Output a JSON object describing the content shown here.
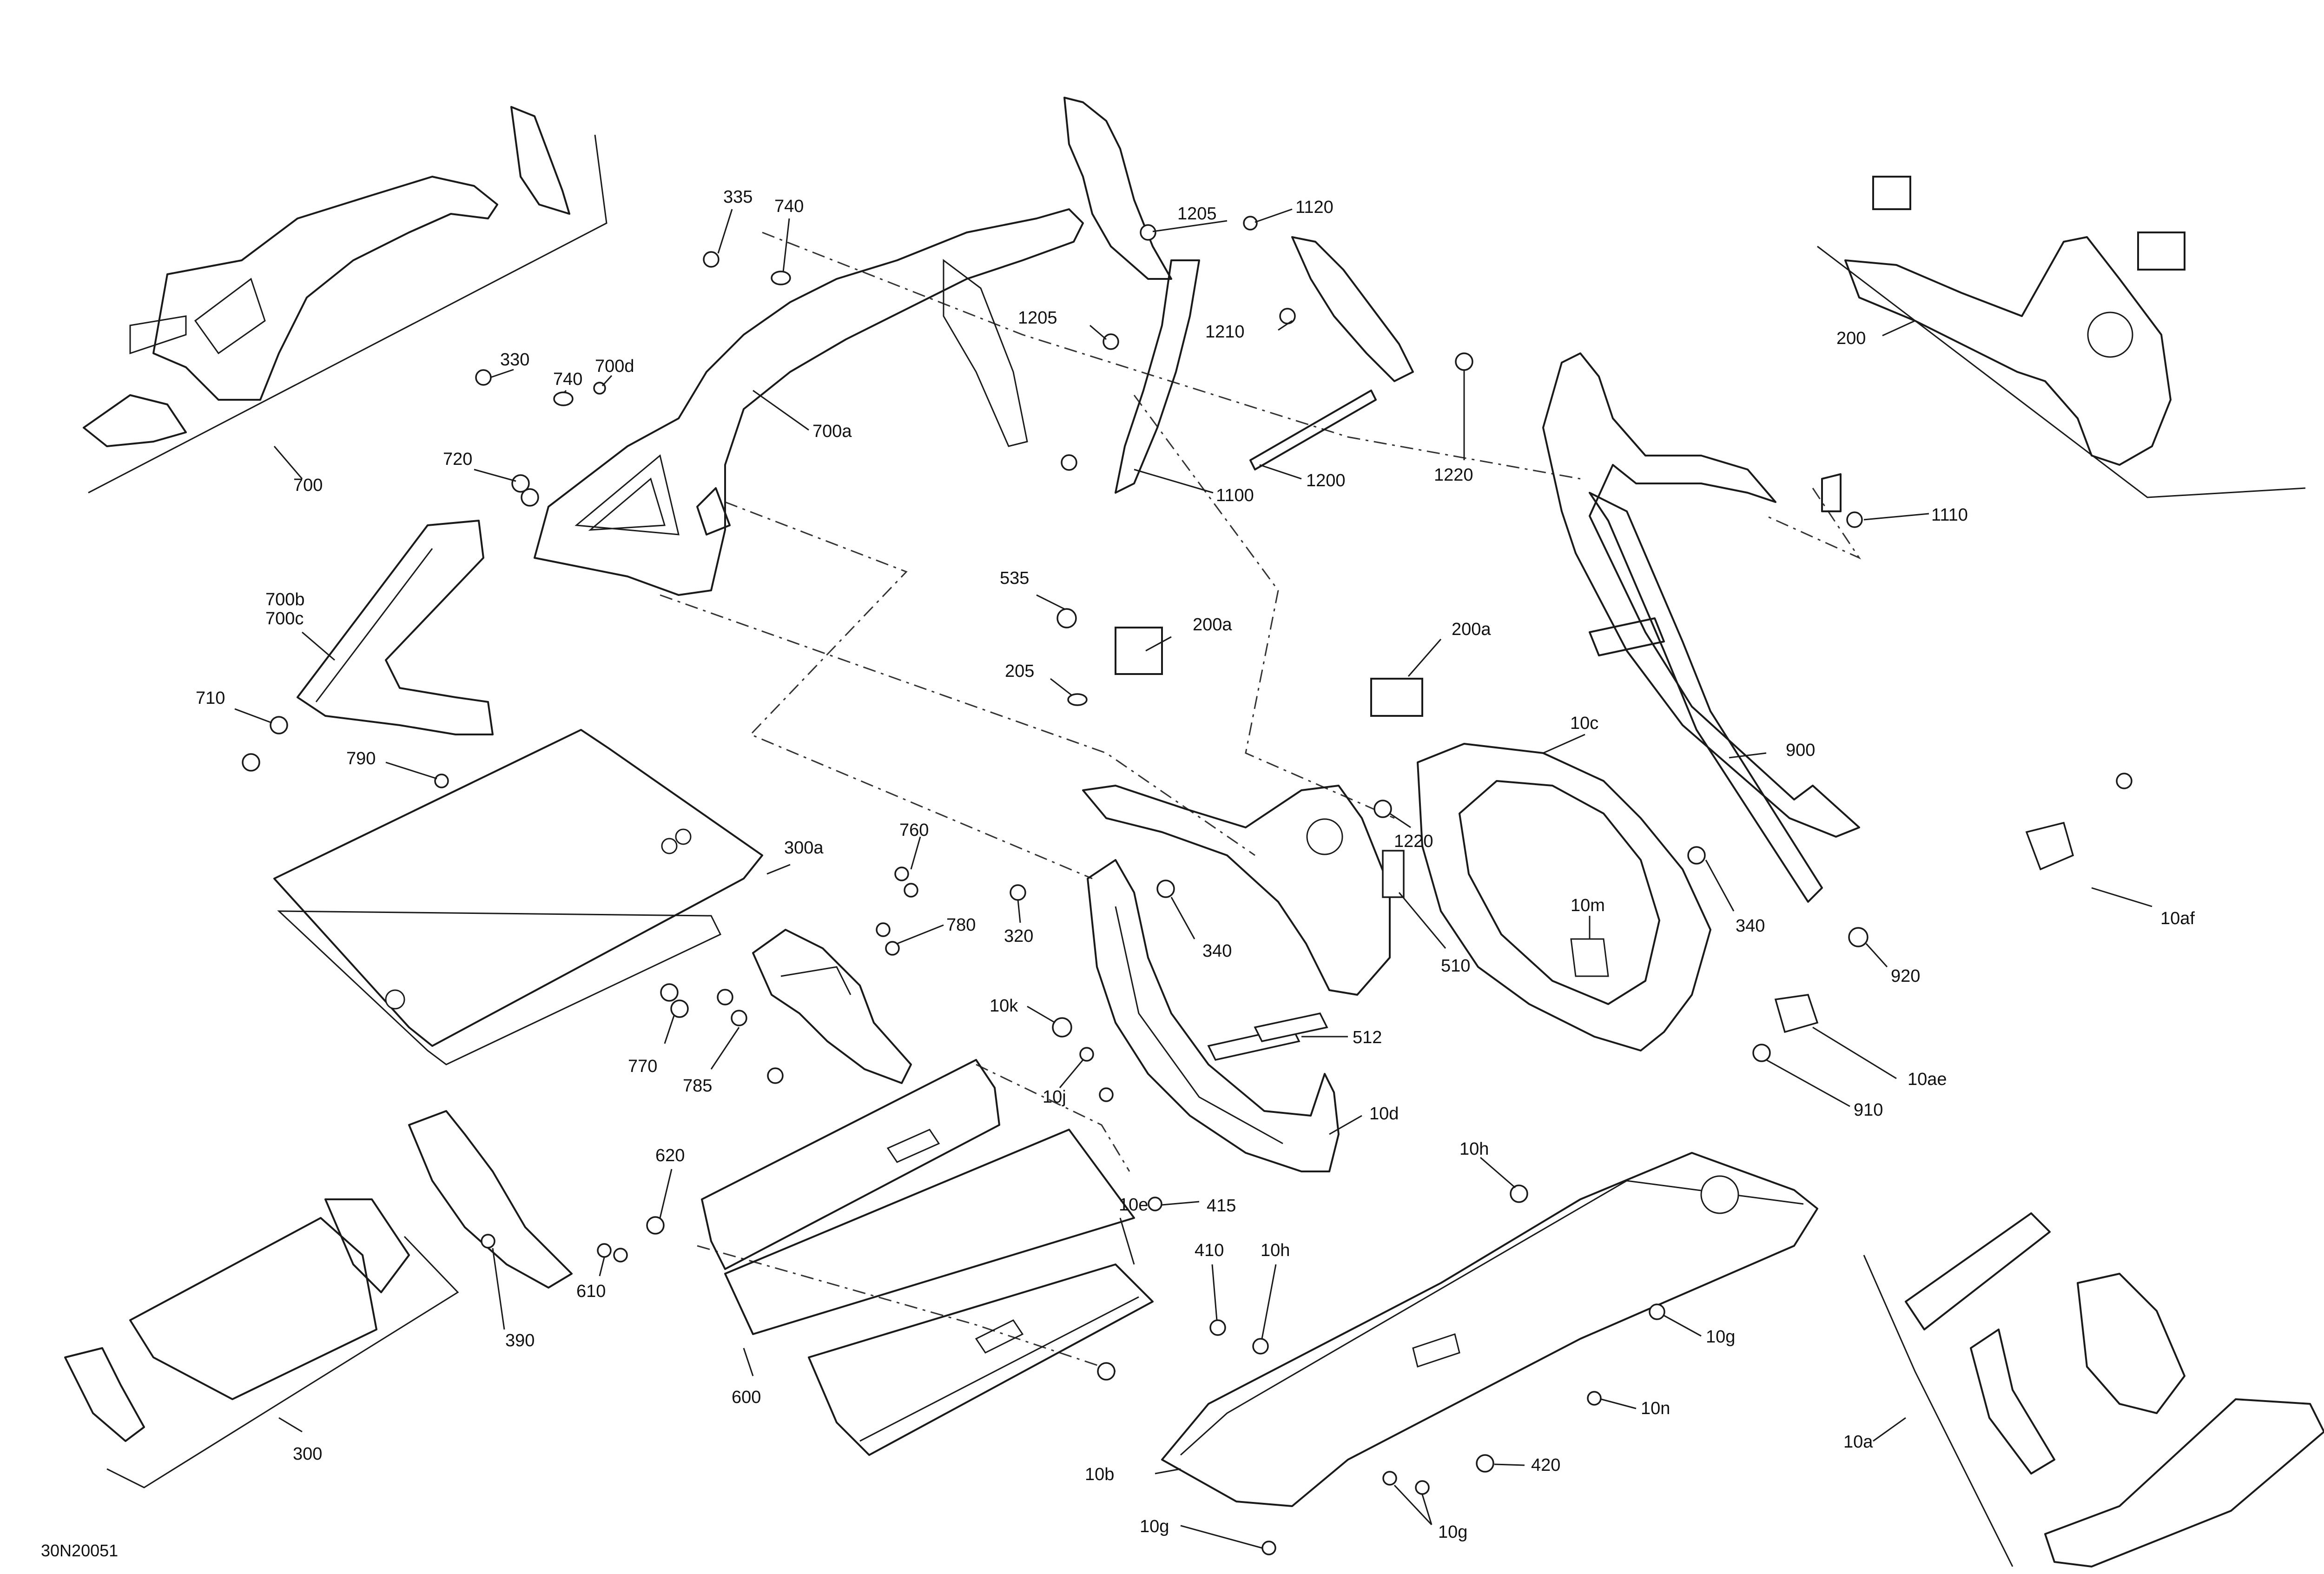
{
  "drawing": {
    "reference": "30N20051"
  },
  "callouts": [
    {
      "id": "c-335",
      "text": "335"
    },
    {
      "id": "c-740-top",
      "text": "740"
    },
    {
      "id": "c-330",
      "text": "330"
    },
    {
      "id": "c-740-mid",
      "text": "740"
    },
    {
      "id": "c-700d",
      "text": "700d"
    },
    {
      "id": "c-700a",
      "text": "700a"
    },
    {
      "id": "c-720",
      "text": "720"
    },
    {
      "id": "c-700",
      "text": "700"
    },
    {
      "id": "c-700b",
      "text": "700b"
    },
    {
      "id": "c-700c",
      "text": "700c"
    },
    {
      "id": "c-710",
      "text": "710"
    },
    {
      "id": "c-790",
      "text": "790"
    },
    {
      "id": "c-1205-a",
      "text": "1205"
    },
    {
      "id": "c-1120",
      "text": "1120"
    },
    {
      "id": "c-1205-b",
      "text": "1205"
    },
    {
      "id": "c-1210",
      "text": "1210"
    },
    {
      "id": "c-1100",
      "text": "1100"
    },
    {
      "id": "c-1200",
      "text": "1200"
    },
    {
      "id": "c-1220-top",
      "text": "1220"
    },
    {
      "id": "c-200",
      "text": "200"
    },
    {
      "id": "c-1110",
      "text": "1110"
    },
    {
      "id": "c-535",
      "text": "535"
    },
    {
      "id": "c-200a-left",
      "text": "200a"
    },
    {
      "id": "c-205",
      "text": "205"
    },
    {
      "id": "c-200a-right",
      "text": "200a"
    },
    {
      "id": "c-10c",
      "text": "10c"
    },
    {
      "id": "c-900",
      "text": "900"
    },
    {
      "id": "c-300a",
      "text": "300a"
    },
    {
      "id": "c-760",
      "text": "760"
    },
    {
      "id": "c-780",
      "text": "780"
    },
    {
      "id": "c-320",
      "text": "320"
    },
    {
      "id": "c-340-left",
      "text": "340"
    },
    {
      "id": "c-1220-mid",
      "text": "1220"
    },
    {
      "id": "c-510",
      "text": "510"
    },
    {
      "id": "c-10m",
      "text": "10m"
    },
    {
      "id": "c-340-right",
      "text": "340"
    },
    {
      "id": "c-920",
      "text": "920"
    },
    {
      "id": "c-10af",
      "text": "10af"
    },
    {
      "id": "c-770",
      "text": "770"
    },
    {
      "id": "c-785",
      "text": "785"
    },
    {
      "id": "c-10k",
      "text": "10k"
    },
    {
      "id": "c-10j",
      "text": "10j"
    },
    {
      "id": "c-512",
      "text": "512"
    },
    {
      "id": "c-10d",
      "text": "10d"
    },
    {
      "id": "c-10ae",
      "text": "10ae"
    },
    {
      "id": "c-910",
      "text": "910"
    },
    {
      "id": "c-620",
      "text": "620"
    },
    {
      "id": "c-415",
      "text": "415"
    },
    {
      "id": "c-10h-top",
      "text": "10h"
    },
    {
      "id": "c-10e",
      "text": "10e"
    },
    {
      "id": "c-610",
      "text": "610"
    },
    {
      "id": "c-390",
      "text": "390"
    },
    {
      "id": "c-410",
      "text": "410"
    },
    {
      "id": "c-10h-bottom",
      "text": "10h"
    },
    {
      "id": "c-10g-right",
      "text": "10g"
    },
    {
      "id": "c-600",
      "text": "600"
    },
    {
      "id": "c-300",
      "text": "300"
    },
    {
      "id": "c-10n",
      "text": "10n"
    },
    {
      "id": "c-420",
      "text": "420"
    },
    {
      "id": "c-10a",
      "text": "10a"
    },
    {
      "id": "c-10b",
      "text": "10b"
    },
    {
      "id": "c-10g-bottom-left",
      "text": "10g"
    },
    {
      "id": "c-10g-bottom-right",
      "text": "10g"
    }
  ]
}
